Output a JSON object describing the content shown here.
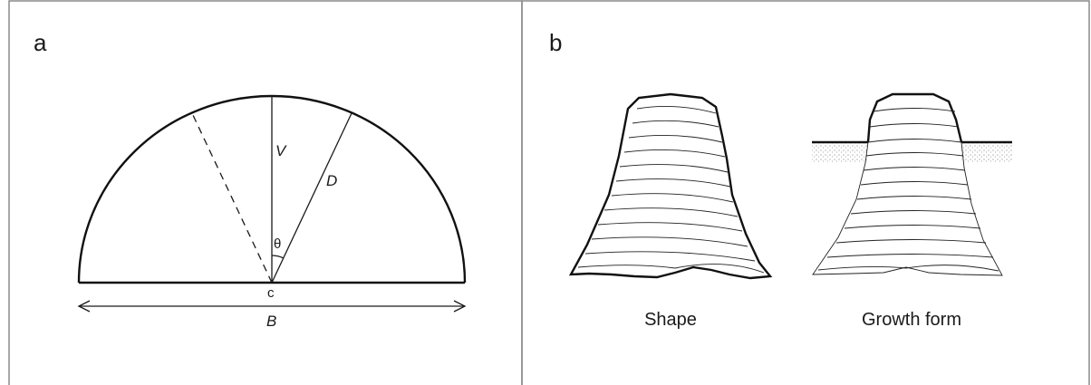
{
  "panel_a": {
    "letter": "a",
    "labels": {
      "vertical": "V",
      "diameter": "D",
      "angle": "θ",
      "center": "c",
      "base": "B"
    }
  },
  "panel_b": {
    "letter": "b",
    "captions": {
      "shape": "Shape",
      "growth_form": "Growth form"
    }
  }
}
